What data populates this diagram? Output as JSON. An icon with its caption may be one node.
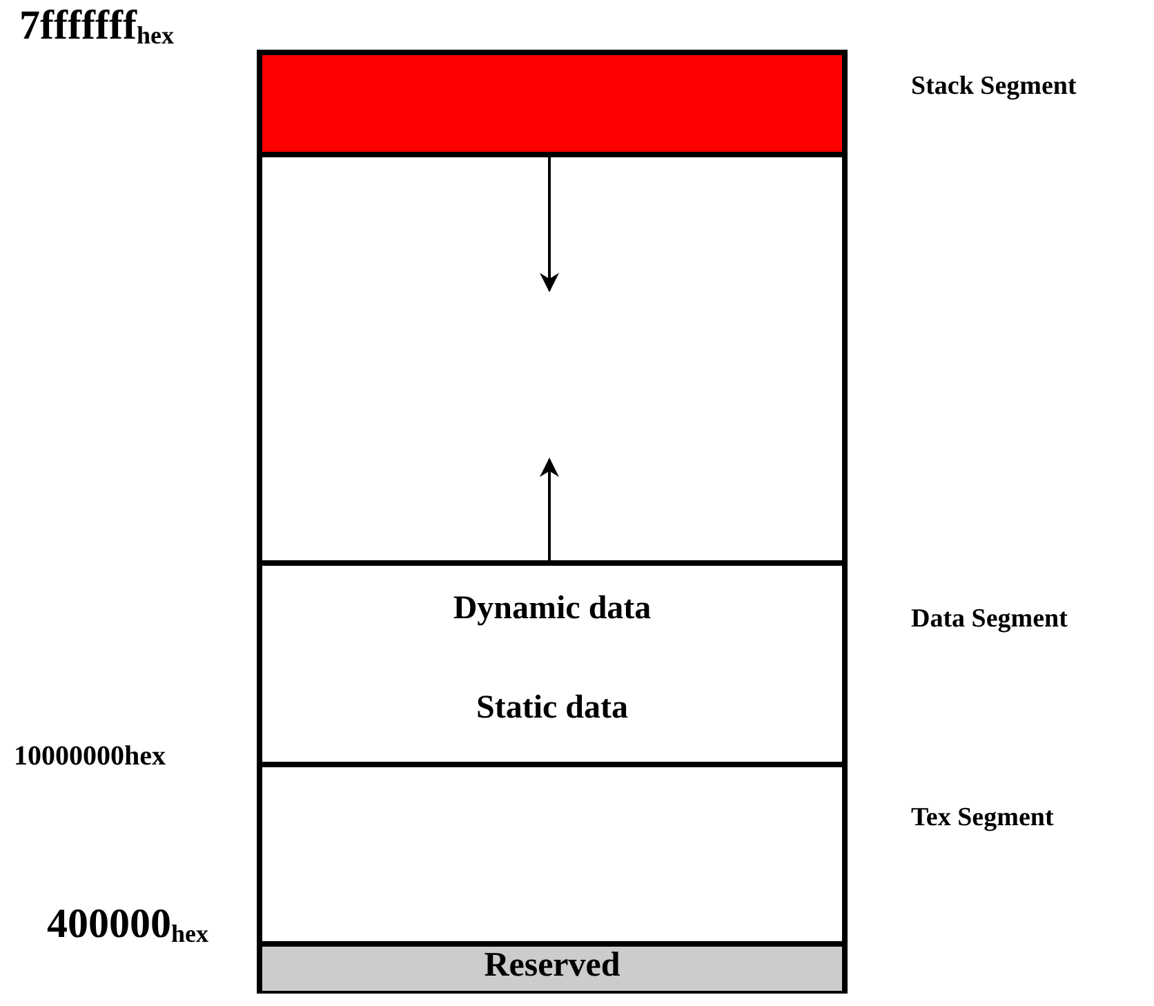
{
  "diagram": {
    "nodes": [
      {
        "text": [],
        "shape": "box",
        "beside": [
          "Stack Segment"
        ]
      },
      {
        "text": [],
        "shape": "box"
      },
      {
        "text": [
          "Dynamic data",
          "Static data"
        ],
        "beside": [
          "Data Segment"
        ]
      },
      {
        "text": [],
        "shape": "box",
        "beside": [
          "Tex Segment"
        ]
      },
      {
        "text": [
          "Reserved"
        ]
      }
    ],
    "edges": [
      {
        "from": 0,
        "to": 1,
        "arrow": "to"
      },
      {
        "from": 2,
        "to": 1,
        "arrow": "to"
      }
    ],
    "labels": [
      "7fffffff$_{hex}$",
      "10000000hex",
      "400000$_{hex}$"
    ]
  }
}
